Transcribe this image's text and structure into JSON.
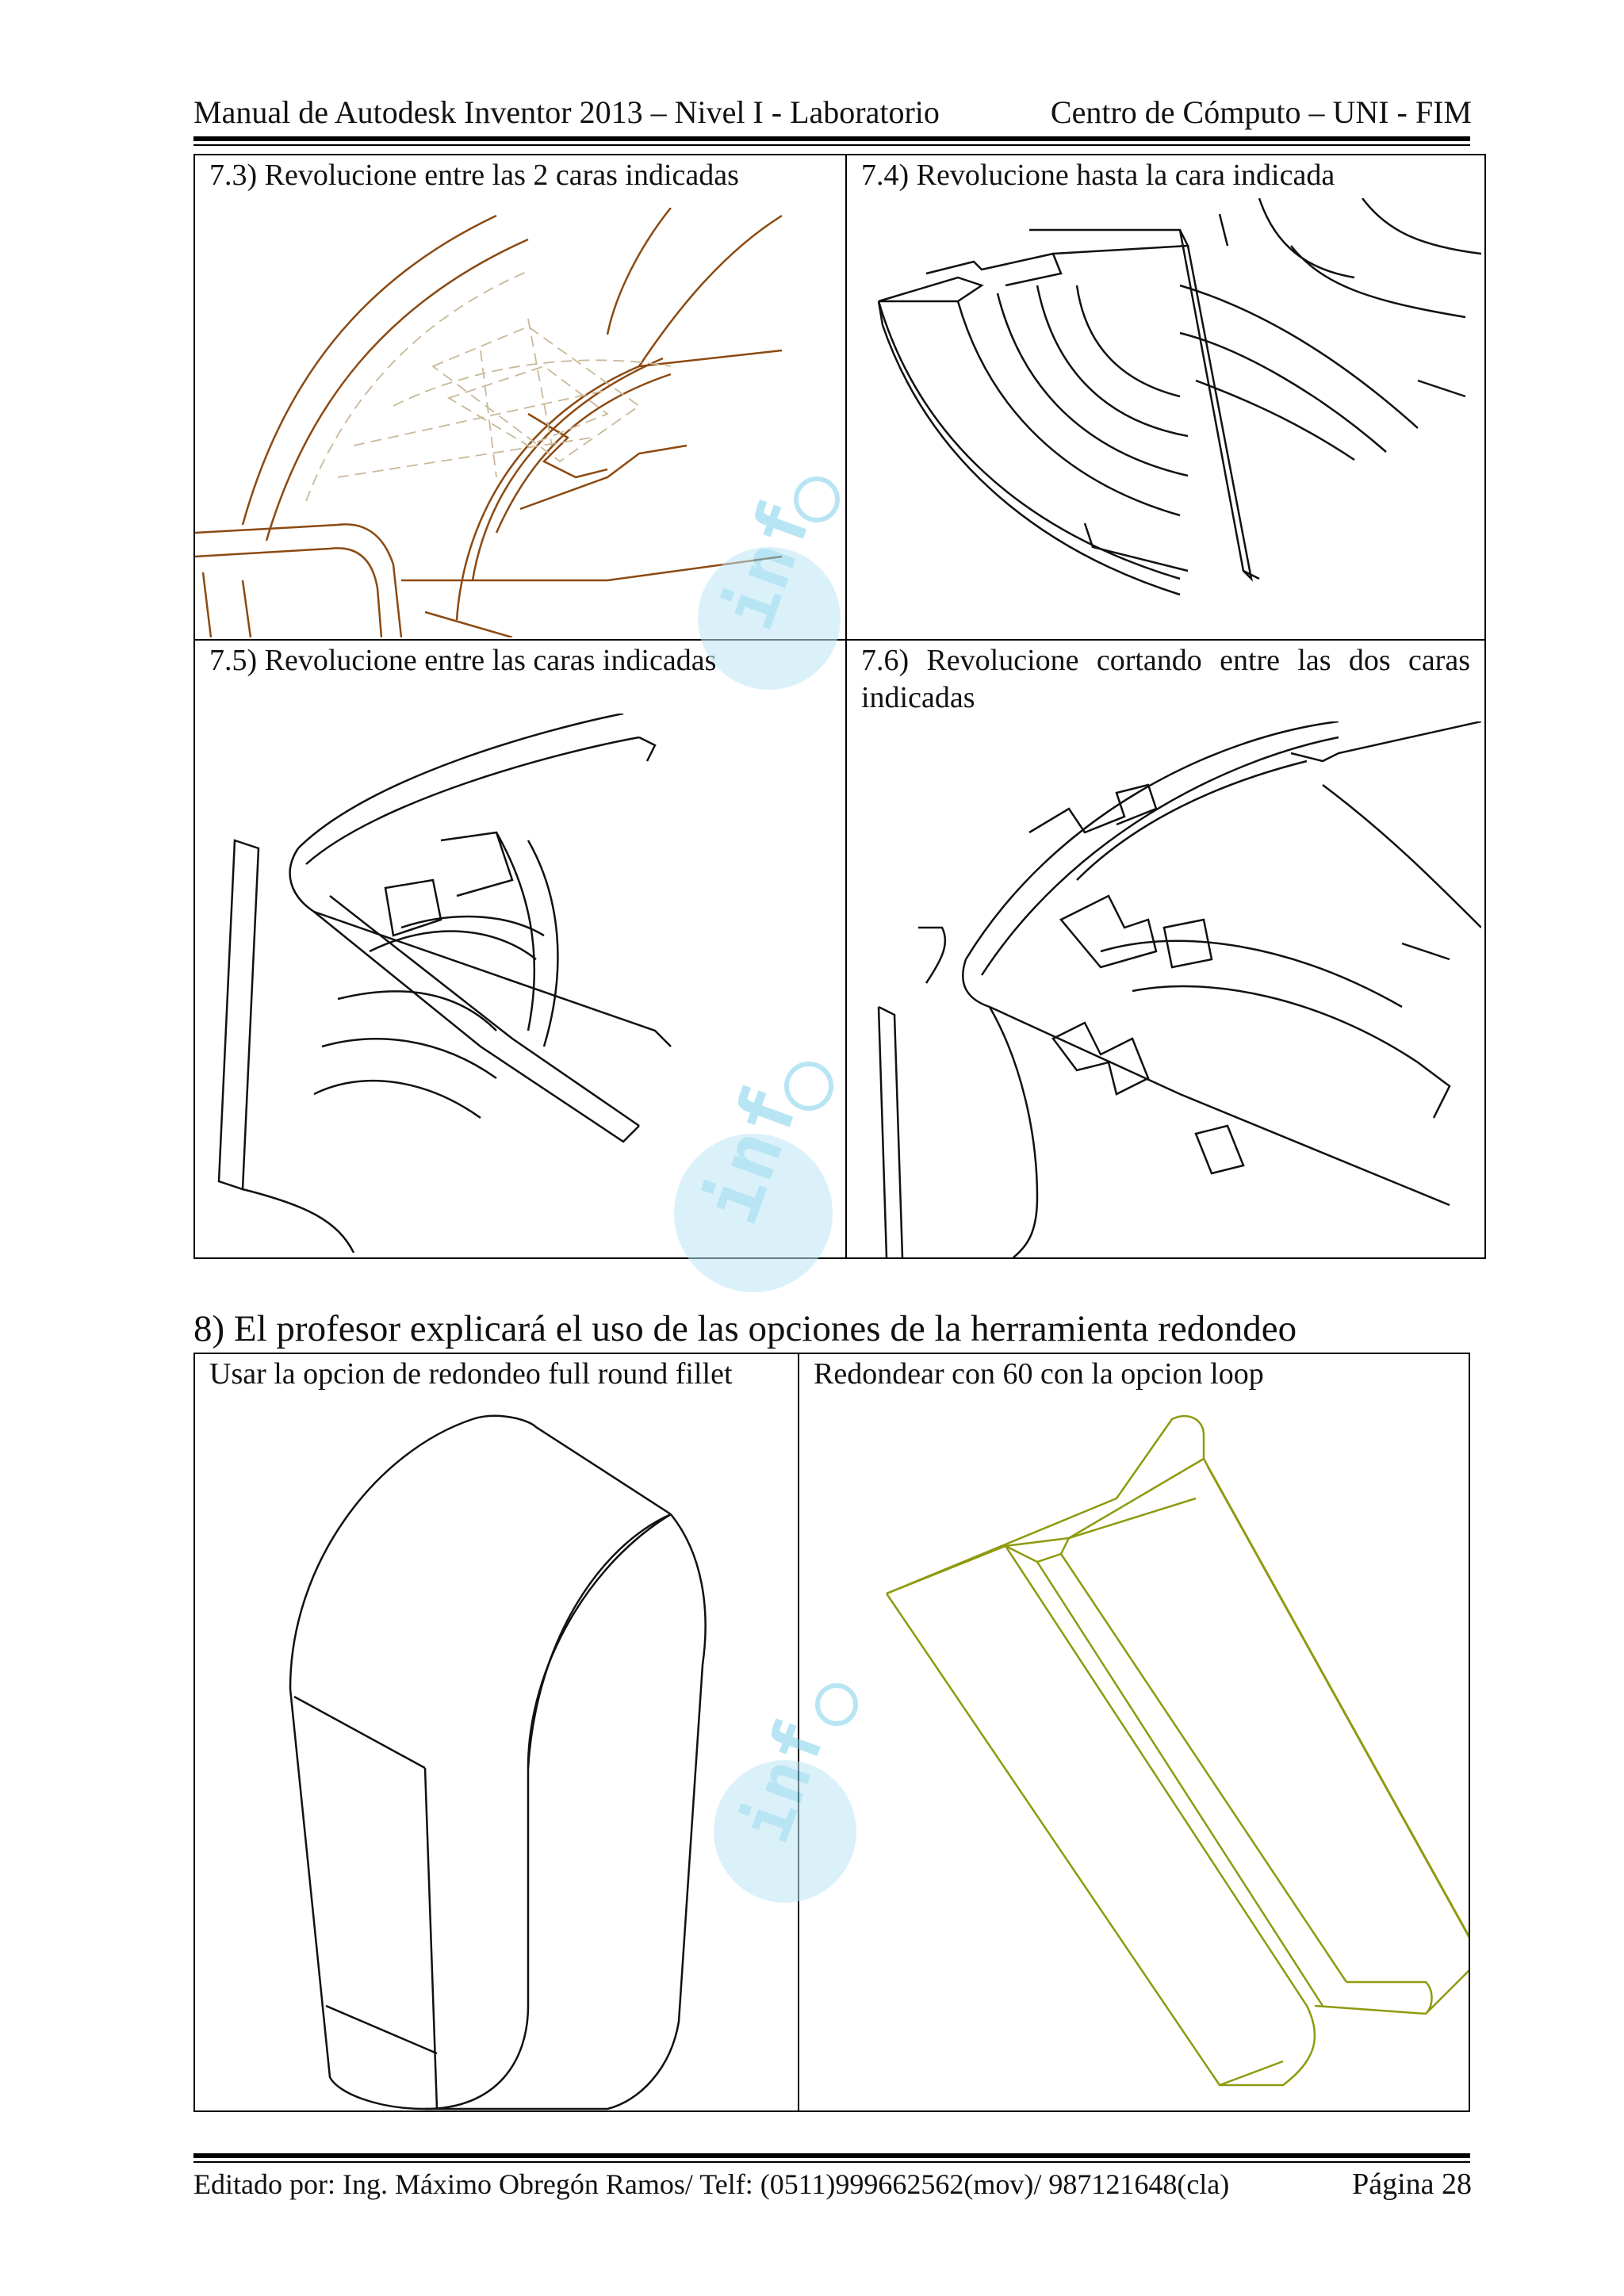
{
  "header": {
    "left": "Manual de Autodesk Inventor 2013 – Nivel I - Laboratorio",
    "right": "Centro de Cómputo – UNI - FIM"
  },
  "exercises": [
    {
      "caption": "7.3) Revolucione entre las 2 caras indicadas"
    },
    {
      "caption": "7.4) Revolucione hasta la cara indicada"
    },
    {
      "caption": "7.5) Revolucione entre las caras indicadas"
    },
    {
      "caption": "7.6) Revolucione cortando entre las dos caras indicadas"
    }
  ],
  "section8": {
    "heading": "8)  El profesor explicará el uso de las opciones de la herramienta redondeo",
    "cells": [
      {
        "caption": "Usar la opcion de redondeo full round fillet"
      },
      {
        "caption": "Redondear con 60 con la opcion loop"
      }
    ]
  },
  "footer": {
    "left": "Editado por: Ing. Máximo Obregón Ramos/ Telf: (0511)999662562(mov)/ 987121648(cla)",
    "right": "Página 28"
  },
  "colors": {
    "line": "#000000",
    "fig_7_3": "#8b4a12",
    "fig_8_loop": "#8f9a0e",
    "watermark": "#7fd0ec"
  },
  "icons": [
    "info-watermark-logo"
  ]
}
